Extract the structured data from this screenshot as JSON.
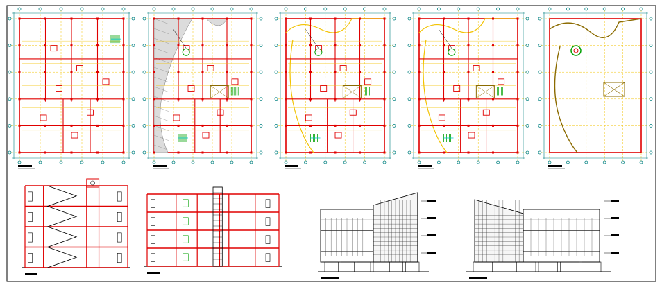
{
  "sheet": {
    "description_note": "",
    "colors": {
      "wall": "#e00000",
      "grid": "#f2c200",
      "accent": "#00c8c8",
      "line": "#000000",
      "axis": "#008080",
      "hatch": "#00a000",
      "glass": "#303030"
    }
  },
  "plans": [
    {
      "id": "plan-1",
      "variant": "ground",
      "label": ""
    },
    {
      "id": "plan-2",
      "variant": "curved-left",
      "label": ""
    },
    {
      "id": "plan-3",
      "variant": "curved-full",
      "label": ""
    },
    {
      "id": "plan-4",
      "variant": "curved-full",
      "label": ""
    },
    {
      "id": "plan-5",
      "variant": "roof",
      "label": ""
    }
  ],
  "sections": [
    {
      "id": "section-1",
      "floors": 4,
      "label": ""
    },
    {
      "id": "section-2",
      "floors": 4,
      "label": ""
    }
  ],
  "elevations": [
    {
      "id": "elevation-1",
      "label": ""
    },
    {
      "id": "elevation-2",
      "label": ""
    }
  ]
}
